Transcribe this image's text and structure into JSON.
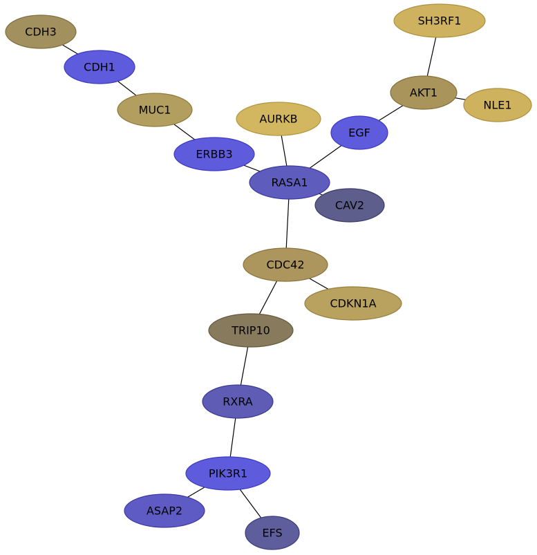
{
  "nodes": [
    {
      "id": "CDH3",
      "label": "CDH3",
      "fill": "#a2915f",
      "stroke": "#7f6f3e"
    },
    {
      "id": "CDH1",
      "label": "CDH1",
      "fill": "#5e5cdc",
      "stroke": "#3b3ac0"
    },
    {
      "id": "MUC1",
      "label": "MUC1",
      "fill": "#b29e5e",
      "stroke": "#8e7a3c"
    },
    {
      "id": "ERBB3",
      "label": "ERBB3",
      "fill": "#5e5cdc",
      "stroke": "#3b3ac0"
    },
    {
      "id": "AURKB",
      "label": "AURKB",
      "fill": "#d2b660",
      "stroke": "#b0943e"
    },
    {
      "id": "SH3RF1",
      "label": "SH3RF1",
      "fill": "#cfb25f",
      "stroke": "#ad903c"
    },
    {
      "id": "AKT1",
      "label": "AKT1",
      "fill": "#a9945c",
      "stroke": "#85703a"
    },
    {
      "id": "NLE1",
      "label": "NLE1",
      "fill": "#cfb25e",
      "stroke": "#ad903c"
    },
    {
      "id": "EGF",
      "label": "EGF",
      "fill": "#5e5cdc",
      "stroke": "#3b3ac0"
    },
    {
      "id": "RASA1",
      "label": "RASA1",
      "fill": "#5e5cbc",
      "stroke": "#3b3a9a"
    },
    {
      "id": "CAV2",
      "label": "CAV2",
      "fill": "#5e5e8c",
      "stroke": "#3b3b6a"
    },
    {
      "id": "CDC42",
      "label": "CDC42",
      "fill": "#ad965e",
      "stroke": "#8a733c"
    },
    {
      "id": "CDKN1A",
      "label": "CDKN1A",
      "fill": "#b9a15f",
      "stroke": "#967e3c"
    },
    {
      "id": "TRIP10",
      "label": "TRIP10",
      "fill": "#887b5d",
      "stroke": "#66593b"
    },
    {
      "id": "RXRA",
      "label": "RXRA",
      "fill": "#5e5cb4",
      "stroke": "#3b3a92"
    },
    {
      "id": "PIK3R1",
      "label": "PIK3R1",
      "fill": "#5e5cdc",
      "stroke": "#3b3ac0"
    },
    {
      "id": "ASAP2",
      "label": "ASAP2",
      "fill": "#5e5cc4",
      "stroke": "#3b3aa2"
    },
    {
      "id": "EFS",
      "label": "EFS",
      "fill": "#5e5e9c",
      "stroke": "#3b3b7a"
    }
  ],
  "edges": [
    [
      "CDH3",
      "CDH1"
    ],
    [
      "CDH1",
      "MUC1"
    ],
    [
      "MUC1",
      "ERBB3"
    ],
    [
      "ERBB3",
      "RASA1"
    ],
    [
      "AURKB",
      "RASA1"
    ],
    [
      "SH3RF1",
      "AKT1"
    ],
    [
      "AKT1",
      "NLE1"
    ],
    [
      "AKT1",
      "EGF"
    ],
    [
      "EGF",
      "RASA1"
    ],
    [
      "RASA1",
      "CAV2"
    ],
    [
      "RASA1",
      "CDC42"
    ],
    [
      "CDC42",
      "CDKN1A"
    ],
    [
      "CDC42",
      "TRIP10"
    ],
    [
      "TRIP10",
      "RXRA"
    ],
    [
      "RXRA",
      "PIK3R1"
    ],
    [
      "PIK3R1",
      "ASAP2"
    ],
    [
      "PIK3R1",
      "EFS"
    ]
  ]
}
